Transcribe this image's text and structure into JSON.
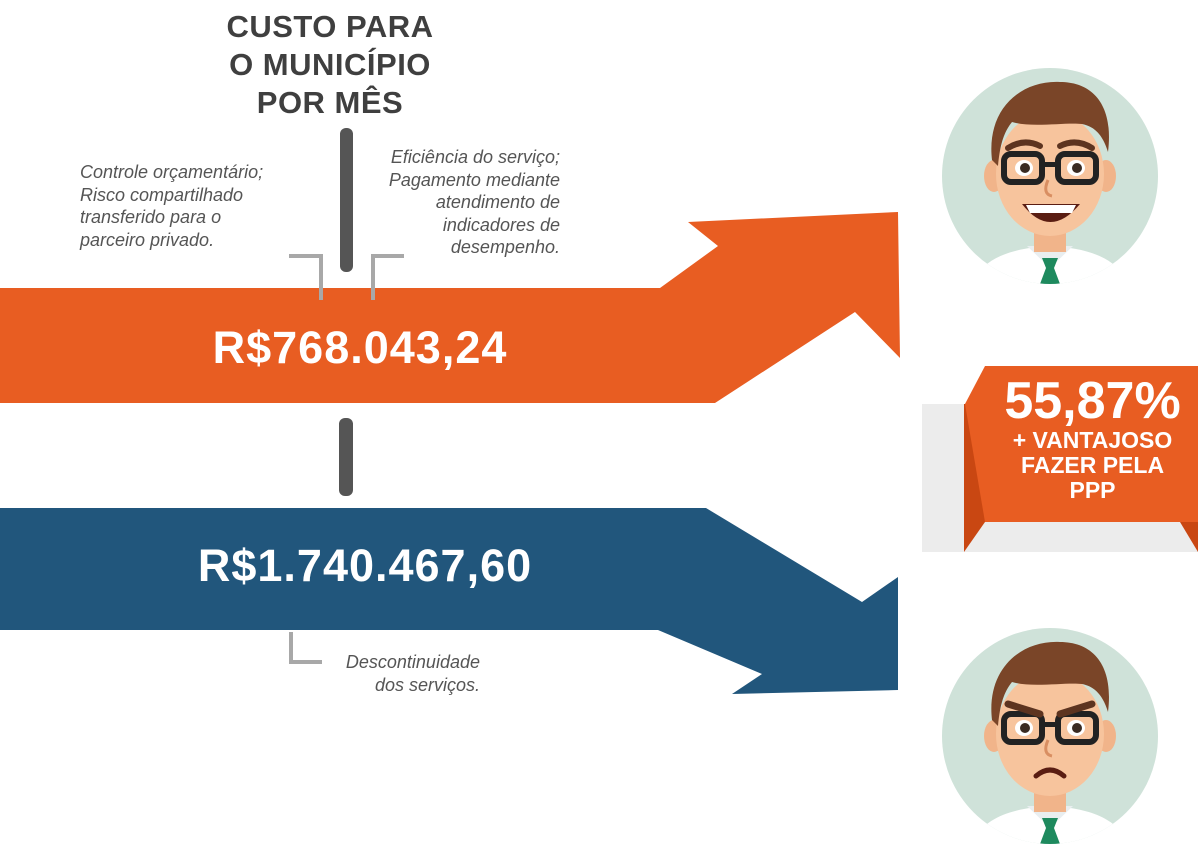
{
  "header": {
    "title": "CUSTO PARA\nO MUNICÍPIO\nPOR MÊS"
  },
  "notes": {
    "ppp_left": "Controle orçamentário;\nRisco compartilhado\ntransferido para o\nparceiro privado.",
    "ppp_right": "Eficiência do serviço;\nPagamento mediante\natendimento de\nindicadores de\ndesempenho.",
    "traditional": "Descontinuidade\ndos serviços."
  },
  "values": {
    "ppp": "R$768.043,24",
    "traditional": "R$1.740.467,60"
  },
  "ribbon": {
    "percent": "55,87%",
    "text": "+ VANTAJOSO\nFAZER PELA\nPPP"
  },
  "colors": {
    "orange": "#e85d22",
    "orange_dark": "#c94712",
    "blue": "#21567c",
    "gray_bar": "#555555",
    "bracket": "#a8a8a8",
    "avatar_bg": "#cfe2d9"
  },
  "icons": {
    "happy": "happy-man-avatar-icon",
    "unhappy": "unhappy-man-avatar-icon"
  }
}
